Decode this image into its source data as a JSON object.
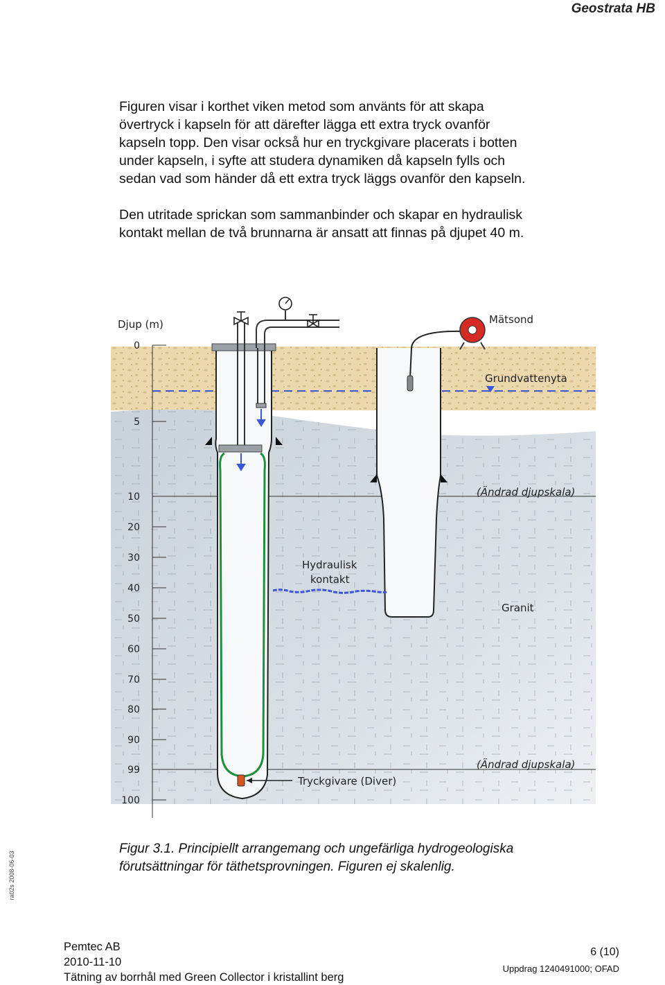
{
  "header": {
    "company": "Geostrata HB"
  },
  "body_paragraphs": [
    [
      "Figuren visar i korthet viken metod som använts för att skapa",
      "övertryck i kapseln för att därefter lägga ett extra tryck ovanför",
      "kapseln topp. Den visar också hur en tryckgivare placerats i botten",
      "under kapseln, i syfte att studera dynamiken då kapseln fylls och",
      "sedan vad som händer då ett extra tryck läggs ovanför den kapseln."
    ],
    [
      "Den utritade sprickan som sammanbinder och skapar en hydraulisk",
      "kontakt mellan de två brunnarna är ansatt att finnas på djupet 40 m."
    ]
  ],
  "figure": {
    "depth_axis_title": "Djup (m)",
    "depth_ticks": [
      "0",
      "5",
      "10",
      "20",
      "30",
      "40",
      "50",
      "60",
      "70",
      "80",
      "90",
      "99",
      "100"
    ],
    "labels": {
      "probe": "Mätsond",
      "groundwater": "Grundvattenyta",
      "scale_change_upper": "(Ändrad djupskala)",
      "scale_change_lower": "(Ändrad djupskala)",
      "hydraulic_contact_line1": "Hydraulisk",
      "hydraulic_contact_line2": "kontakt",
      "rock": "Granit",
      "pressure_sensor": "Tryckgivare (Diver)"
    },
    "colors": {
      "soil": "#e8d4a6",
      "rock": "#cfd7df",
      "water_table": "#3b56d6",
      "membrane": "#1e8f3a",
      "probe_red": "#d62b25",
      "sensor": "#d2561e"
    }
  },
  "caption": [
    "Figur 3.1. Principiellt arrangemang och ungefärliga hydrogeologiska",
    "förutsättningar för täthetsprovningen. Figuren ej skalenlig."
  ],
  "side_code": "ra02s 2008-06-03",
  "footer": {
    "left": [
      "Pemtec AB",
      "2010-11-10",
      "Tätning av borrhål med Green Collector i kristallint berg"
    ],
    "page": "6 (10)",
    "assignment": "Uppdrag 1240491000;",
    "assignment_suffix": "OFAD"
  }
}
